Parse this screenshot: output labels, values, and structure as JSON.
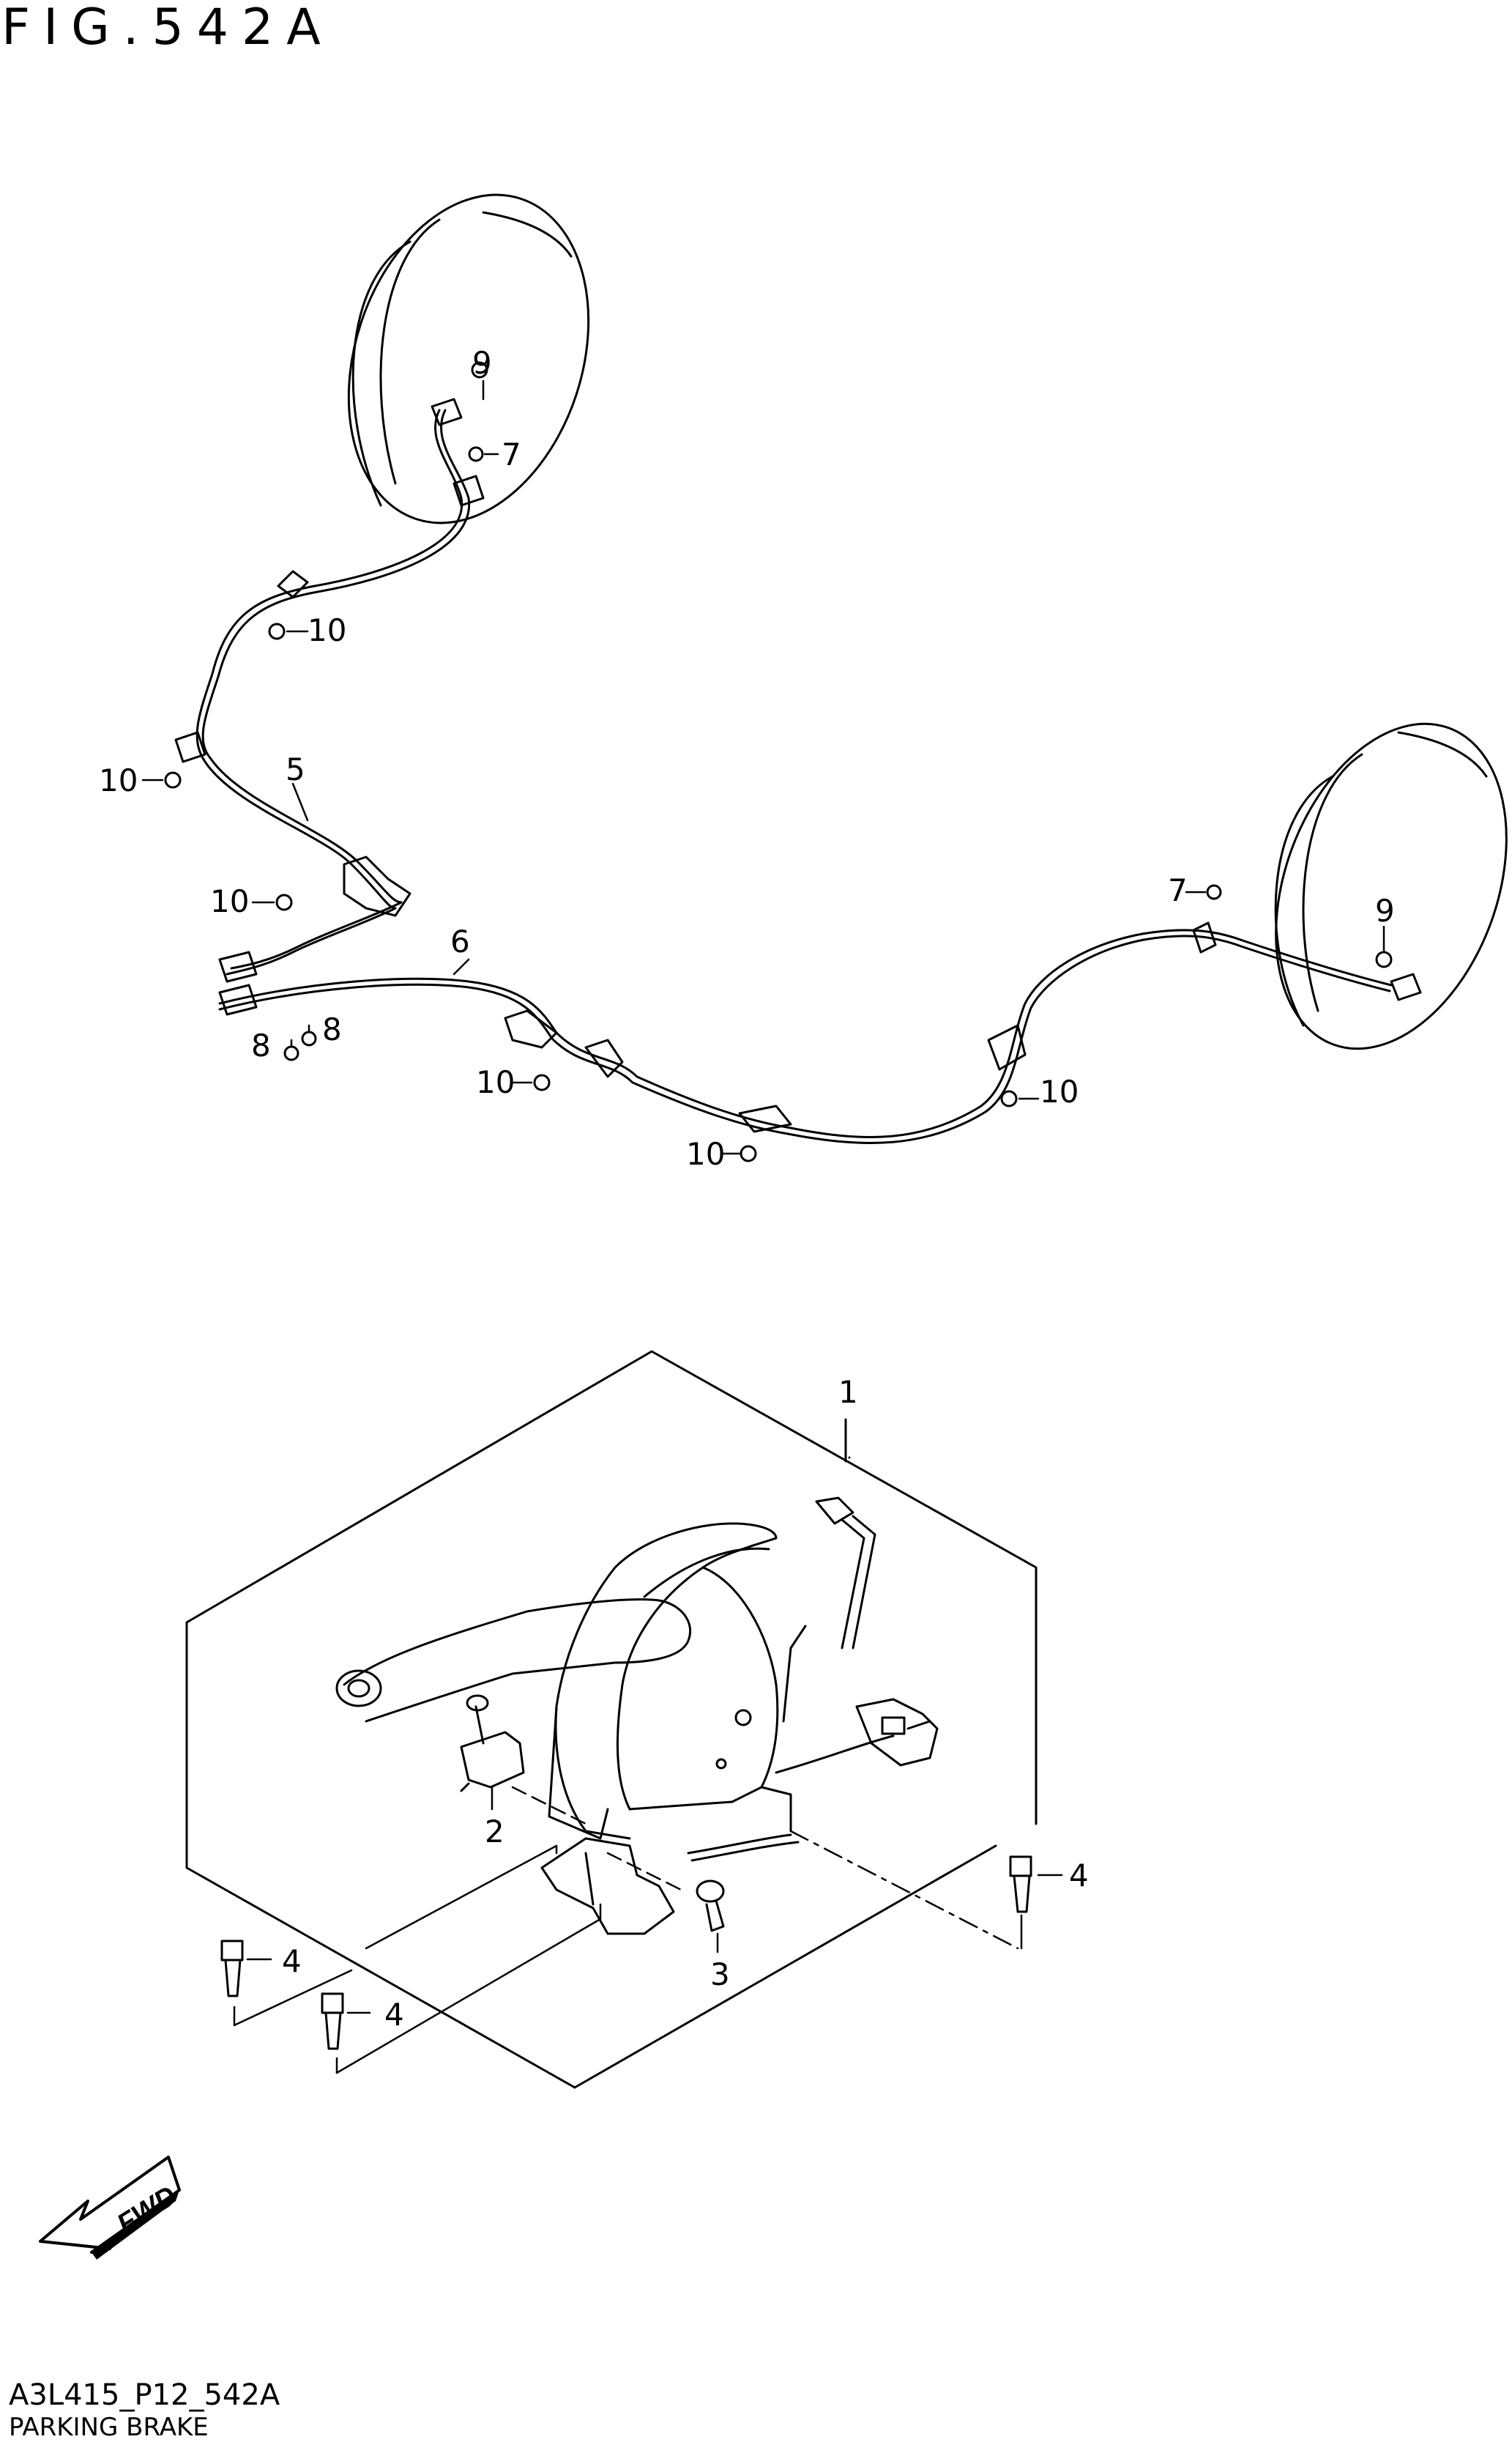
{
  "figure": {
    "title": "FIG.542A",
    "code": "A3L415_P12_542A",
    "name": "PARKING BRAKE"
  },
  "callouts": {
    "c1": "1",
    "c2": "2",
    "c3": "3",
    "c4a": "4",
    "c4b": "4",
    "c4c": "4",
    "c5": "5",
    "c6": "6",
    "c7a": "7",
    "c7b": "7",
    "c8a": "8",
    "c8b": "8",
    "c9a": "9",
    "c9b": "9",
    "c10a": "10",
    "c10b": "10",
    "c10c": "10",
    "c10d": "10",
    "c10e": "10",
    "c10f": "10"
  },
  "fwd_label": "FWD",
  "colors": {
    "line": "#000000",
    "background": "#ffffff"
  }
}
